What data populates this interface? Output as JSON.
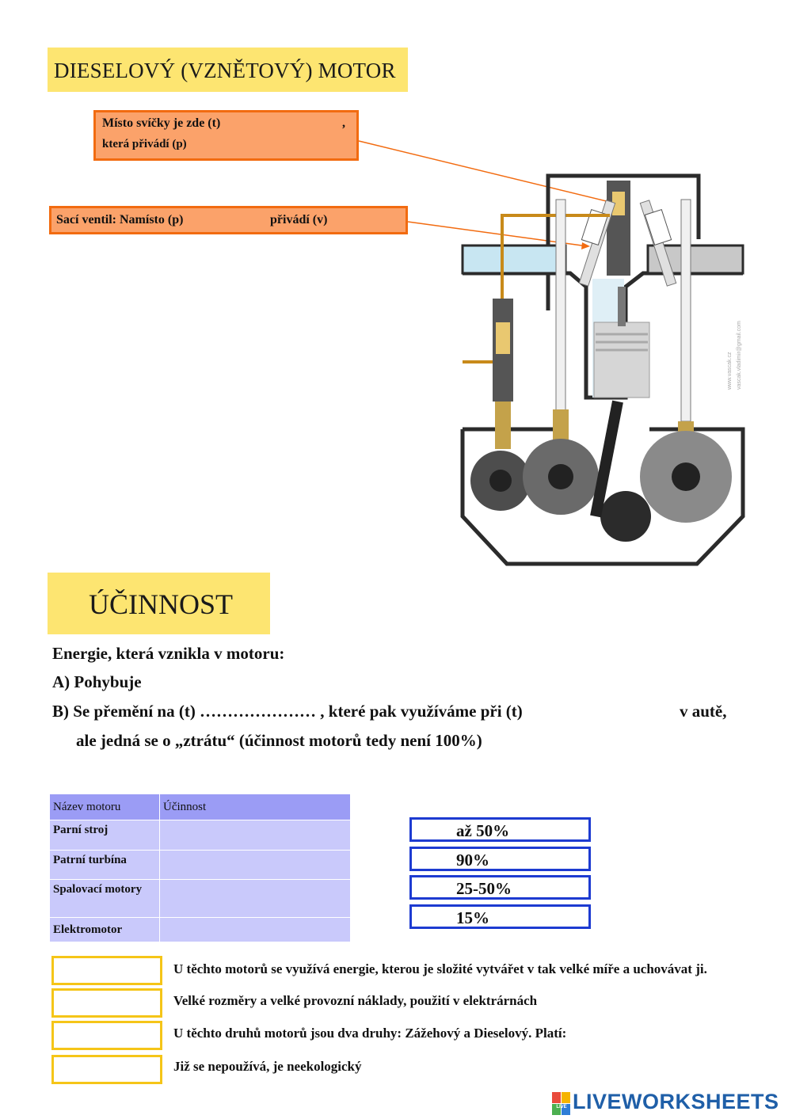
{
  "title": "DIESELOVÝ (VZNĚTOVÝ) MOTOR",
  "label_spark": {
    "line1": "Místo svíčky je zde (t)",
    "comma": ",",
    "line2": "která přivádí (p)"
  },
  "label_valve": {
    "part1": "Sací ventil: Namísto (p)",
    "part2": "přivádí (v)"
  },
  "diagram_watermark": [
    "www.vascak.cz",
    "vascak.vladimir@gmail.com"
  ],
  "section_title": "ÚČINNOST",
  "paragraph": {
    "line1": "Energie, která vznikla v motoru:",
    "line2": "A) Pohybuje",
    "line3a": "B) Se přemění na (t) ………………… , které pak využíváme při (t)",
    "line3b": "v autě,",
    "line4": "ale jedná se o „ztrátu“ (účinnost motorů tedy není 100%)"
  },
  "table": {
    "headers": [
      "Název motoru",
      "Účinnost"
    ],
    "rows": [
      "Parní stroj",
      "Patrní turbína",
      "Spalovací motory",
      "Elektromotor"
    ]
  },
  "options": [
    "až 50%",
    "90%",
    "25-50%",
    "15%"
  ],
  "statements": [
    "U těchto motorů se využívá energie, kterou je složité vytvářet v tak velké míře a uchovávat ji.",
    "Velké rozměry a velké provozní náklady, použití v elektrárnách",
    "U těchto druhů motorů jsou dva druhy: Zážehový a Dieselový. Platí:",
    "Již se nepoužívá, je neekologický"
  ],
  "logo": {
    "badge": "LIVE",
    "text": "LIVEWORKSHEETS"
  },
  "colors": {
    "title_bg": "#fde571",
    "label_border": "#f26b10",
    "label_fill": "#fba26a",
    "table_header": "#9b9cf5",
    "table_cell": "#c9c9fb",
    "option_border": "#1d3bd1",
    "answer_border": "#f5c518",
    "logo_blue": "#1f5fa8"
  }
}
